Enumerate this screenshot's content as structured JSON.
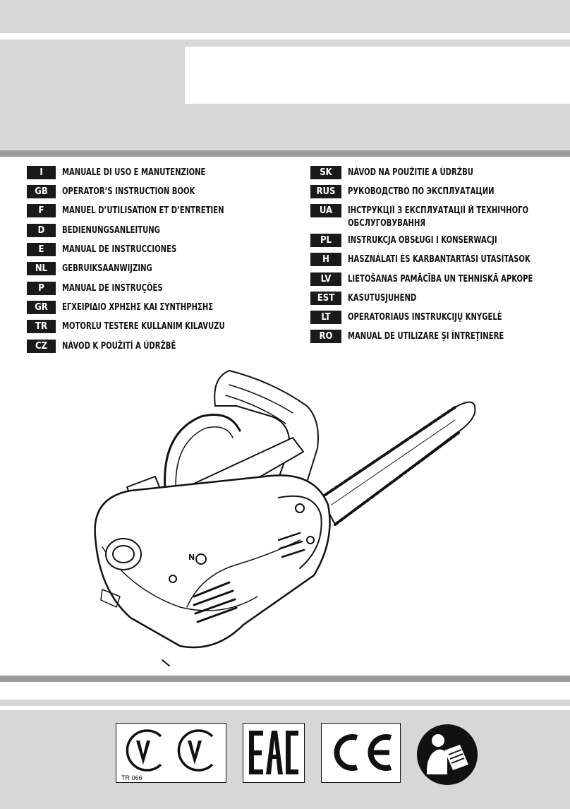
{
  "languages_left": [
    {
      "code": "I",
      "label": "MANUALE DI USO E MANUTENZIONE"
    },
    {
      "code": "GB",
      "label": "OPERATOR’S INSTRUCTION BOOK"
    },
    {
      "code": "F",
      "label": "MANUEL D’UTILISATION ET D’ENTRETIEN"
    },
    {
      "code": "D",
      "label": "BEDIENUNGSANLEITUNG"
    },
    {
      "code": "E",
      "label": "MANUAL DE INSTRUCCIONES"
    },
    {
      "code": "NL",
      "label": "GEBRUIKSAANWIJZING"
    },
    {
      "code": "P",
      "label": "MANUAL DE INSTRUÇÕES"
    },
    {
      "code": "GR",
      "label": "ΕΓΧΕΙΡΙΔΙΟ ΧΡΗΣΗΣ ΚΑΙ ΣΥΝΤΗΡΗΣΗΣ"
    },
    {
      "code": "TR",
      "label": "MOTORLU TESTERE KULLANIM KILAVUZU"
    },
    {
      "code": "CZ",
      "label": "NÁVOD K POUŽITÍ A ÚDRŽBĚ"
    }
  ],
  "languages_right": [
    {
      "code": "SK",
      "label": "NÁVOD NA POUŽITIE A ÚDRŽBU"
    },
    {
      "code": "RUS",
      "label": "РУКОВОДСТВО ПО ЭКСПЛУАТАЦИИ"
    },
    {
      "code": "UA",
      "label": "ІНСТРУКЦІЇ З ЕКСПЛУАТАЦІЇ Й ТЕХНІЧНОГО",
      "label2": "ОБСЛУГОВУВАННЯ"
    },
    {
      "code": "PL",
      "label": "INSTRUKCJA OBSŁUGI I KONSERWACJI"
    },
    {
      "code": "H",
      "label": "HASZNÁLATI ÉS KARBANTARTÁSI UTASÍTÁSOK"
    },
    {
      "code": "LV",
      "label": "LIETOŠANAS PAMĀCĪBA UN TEHNISKĀ APKOPE"
    },
    {
      "code": "EST",
      "label": "KASUTUSJUHEND"
    },
    {
      "code": "LT",
      "label": "OPERATORIAUS INSTRUKCIJŲ KNYGELĖ"
    },
    {
      "code": "RO",
      "label": "MANUAL DE UTILIZARE ŞI ÎNTREŢINERE"
    }
  ],
  "illustration": {
    "icon": "top-handle-chainsaw-illustration",
    "switch_letter": "N"
  },
  "certifications": {
    "tr_code": "TR 066",
    "marks": [
      "ukrainian-conformity-mark-icon",
      "eac-mark-icon",
      "ce-mark-icon",
      "read-manual-icon"
    ]
  },
  "colors": {
    "band": "#d7d7d7",
    "stripe": "#9c9c9c",
    "badge": "#1a1a1a"
  }
}
